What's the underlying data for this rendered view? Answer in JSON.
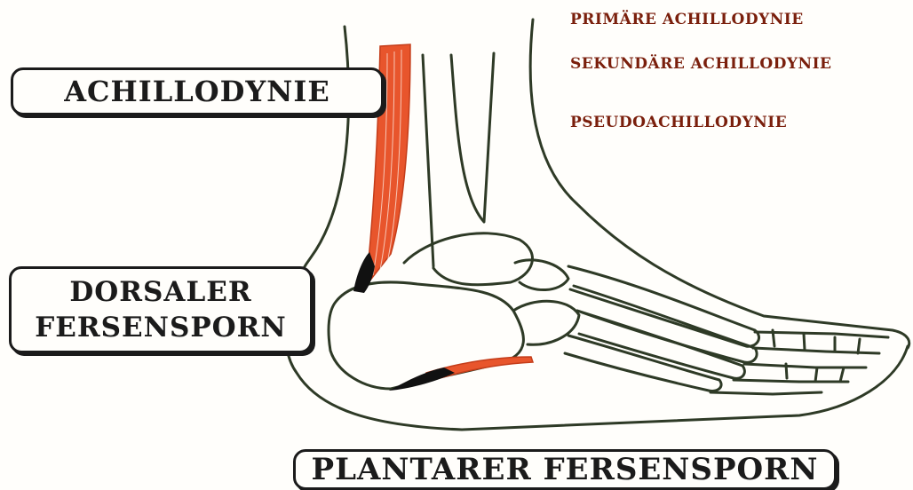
{
  "labels": {
    "achillodynie": "ACHILLODYNIE",
    "dorsaler_line1": "DORSALER",
    "dorsaler_line2": "FERSENSPORN",
    "plantarer": "PLANTARER FERSENSPORN"
  },
  "types": [
    "PRIMÄRE ACHILLODYNIE",
    "SEKUNDÄRE ACHILLODYNIE",
    "PSEUDOACHILLODYNIE"
  ],
  "colors": {
    "outline": "#2e3a26",
    "tendon": "#e8552c",
    "spur": "#111111",
    "text": "#1b1b1b",
    "type_text": "#7a1f0c"
  }
}
